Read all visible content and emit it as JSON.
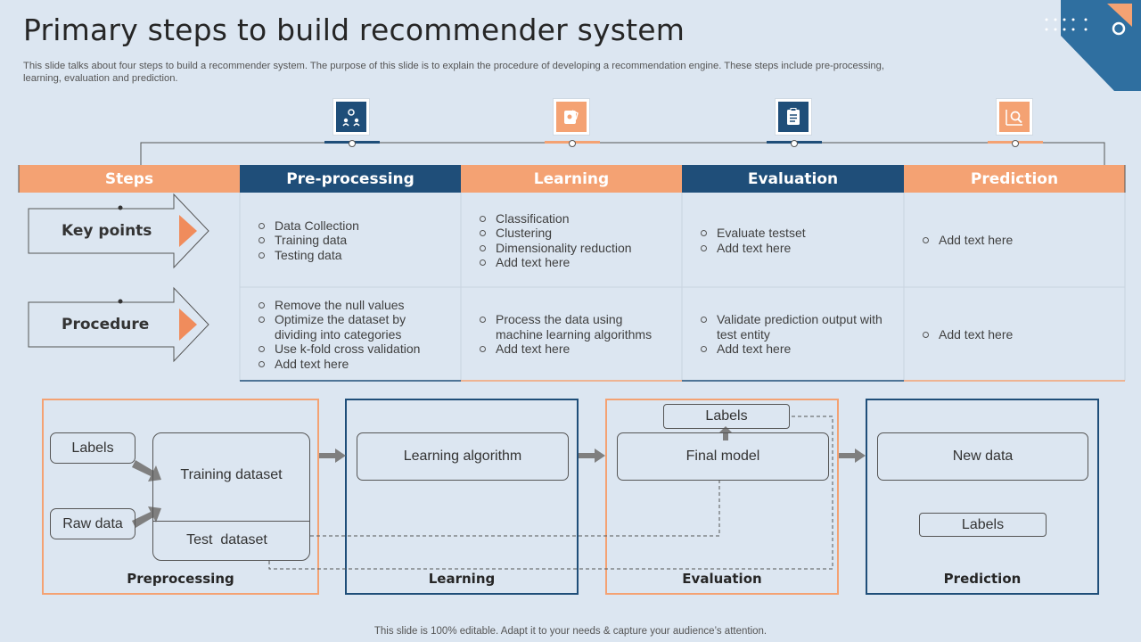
{
  "title": "Primary steps to build recommender system",
  "subtitle": "This slide talks about four steps to build a recommender system. The purpose of this slide is to explain the procedure of developing a recommendation engine. These steps include pre-processing, learning, evaluation and prediction.",
  "footer": "This slide is 100% editable. Adapt it to your needs & capture your audience’s attention.",
  "table": {
    "headers": [
      "Steps",
      "Pre-processing",
      "Learning",
      "Evaluation",
      "Prediction"
    ],
    "rows": [
      {
        "label": "Key points",
        "cells": [
          [
            "Data Collection",
            "Training data",
            "Testing data"
          ],
          [
            "Classification",
            "Clustering",
            "Dimensionality reduction",
            "Add text here"
          ],
          [
            "Evaluate testset",
            "Add text here"
          ],
          [
            "Add text here"
          ]
        ]
      },
      {
        "label": "Procedure",
        "cells": [
          [
            "Remove the null values",
            "Optimize the dataset by dividing into categories",
            "Use k-fold cross validation",
            "Add text here"
          ],
          [
            "Process the data using machine learning algorithms",
            "Add text here"
          ],
          [
            "Validate prediction output with test entity",
            "Add text here"
          ],
          [
            "Add text here"
          ]
        ]
      }
    ]
  },
  "diagram": {
    "preprocessing": {
      "label": "Preprocessing",
      "labels_box": "Labels",
      "raw_data_box": "Raw data",
      "training_dataset": "Training dataset",
      "test_dataset": "Test  dataset"
    },
    "learning": {
      "label": "Learning",
      "algorithm_box": "Learning algorithm"
    },
    "evaluation": {
      "label": "Evaluation",
      "labels_box": "Labels",
      "final_model_box": "Final model"
    },
    "prediction": {
      "label": "Prediction",
      "new_data_box": "New data",
      "labels_box": "Labels"
    }
  },
  "colors": {
    "orange": "#f4a273",
    "navy": "#1f4e79",
    "background": "#dce6f1"
  }
}
